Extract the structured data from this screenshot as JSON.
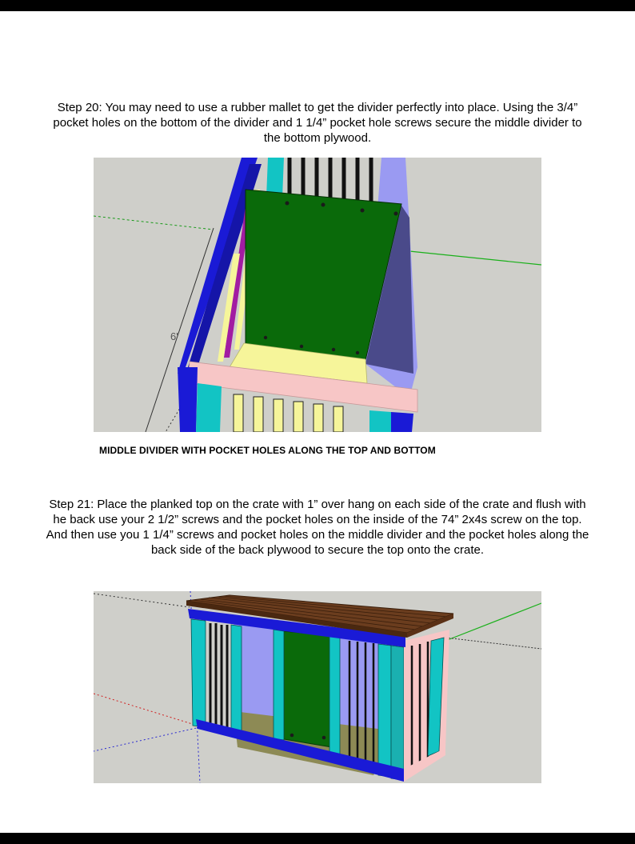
{
  "steps": [
    {
      "text": "Step 20: You may need to use a rubber mallet to get the divider perfectly into place. Using the 3/4” pocket holes on the bottom of the divider and 1 1/4” pocket hole screws secure the middle divider to the bottom plywood."
    },
    {
      "text": "Step 21: Place the planked top on the crate with 1” over hang on each side of the crate and flush with he back use your 2 1/2” screws and the pocket holes on the inside of the 74” 2x4s screw on the top. And then use you 1 1/4” screws and pocket holes on the middle divider and the pocket holes along the back side of the back plywood to secure the top onto the crate."
    }
  ],
  "caption": "MIDDLE DIVIDER WITH POCKET HOLES ALONG THE TOP AND BOTTOM",
  "figure1": {
    "dimension_label": "6'"
  },
  "colors": {
    "blue": "#1a1ad6",
    "teal": "#12c4c4",
    "green": "#0a6a0a",
    "pale_yellow": "#f6f59a",
    "pink": "#f7c6c6",
    "lavender": "#9a9af2",
    "navy_panel": "#4a4a8a",
    "wood": "#6b3d1e",
    "background": "#cfcfca"
  }
}
